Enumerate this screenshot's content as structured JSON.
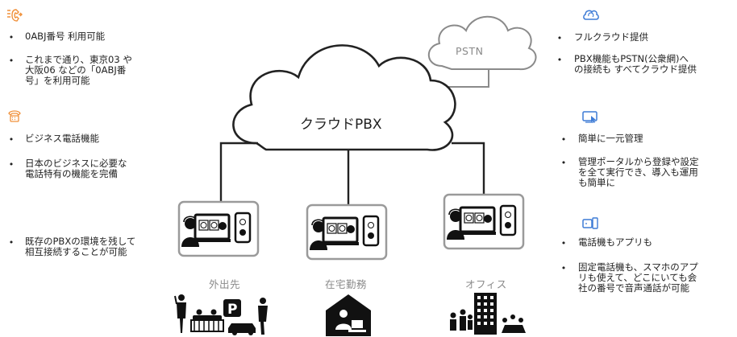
{
  "colors": {
    "accent": "#f0903a",
    "blue": "#3d7bd6",
    "line": "#222222",
    "gray": "#8a8a8a",
    "device": "#9a9a9a"
  },
  "left": {
    "sections": [
      {
        "icon": "phone-transfer-icon",
        "bullets": [
          "0ABJ番号 利用可能",
          "これまで通り、東京03 や\n大阪06 などの「0ABJ番\n号」を利用可能"
        ]
      },
      {
        "icon": "desk-phone-icon",
        "bullets": [
          "ビジネス電話機能",
          "日本のビジネスに必要な\n電話特有の機能を完備",
          "既存のPBXの環境を残して\n相互接続することが可能"
        ]
      }
    ]
  },
  "right": {
    "sections": [
      {
        "icon": "cloud-refresh-icon",
        "bullets": [
          "フルクラウド提供",
          "PBX機能もPSTN(公衆網)へ\nの接続も すべてクラウド提供"
        ]
      },
      {
        "icon": "monitor-pointer-icon",
        "bullets": [
          "簡単に一元管理",
          "管理ポータルから登録や設定\nを全て実行でき、導入も運用\nも簡単に"
        ]
      },
      {
        "icon": "phone-app-icon",
        "bullets": [
          "電話機もアプリも",
          "固定電話機も、スマホのアプ\nリも使えて、どこにいても会\n社の番号で音声通話が可能"
        ]
      }
    ]
  },
  "bullet_char": "•",
  "center": {
    "cloud_label": "クラウドPBX",
    "pstn_label": "PSTN",
    "locations": [
      {
        "label": "外出先",
        "scene_icon": "outdoor-people-parking-icon"
      },
      {
        "label": "在宅勤務",
        "scene_icon": "home-worker-icon"
      },
      {
        "label": "オフィス",
        "scene_icon": "office-building-icon"
      }
    ]
  }
}
